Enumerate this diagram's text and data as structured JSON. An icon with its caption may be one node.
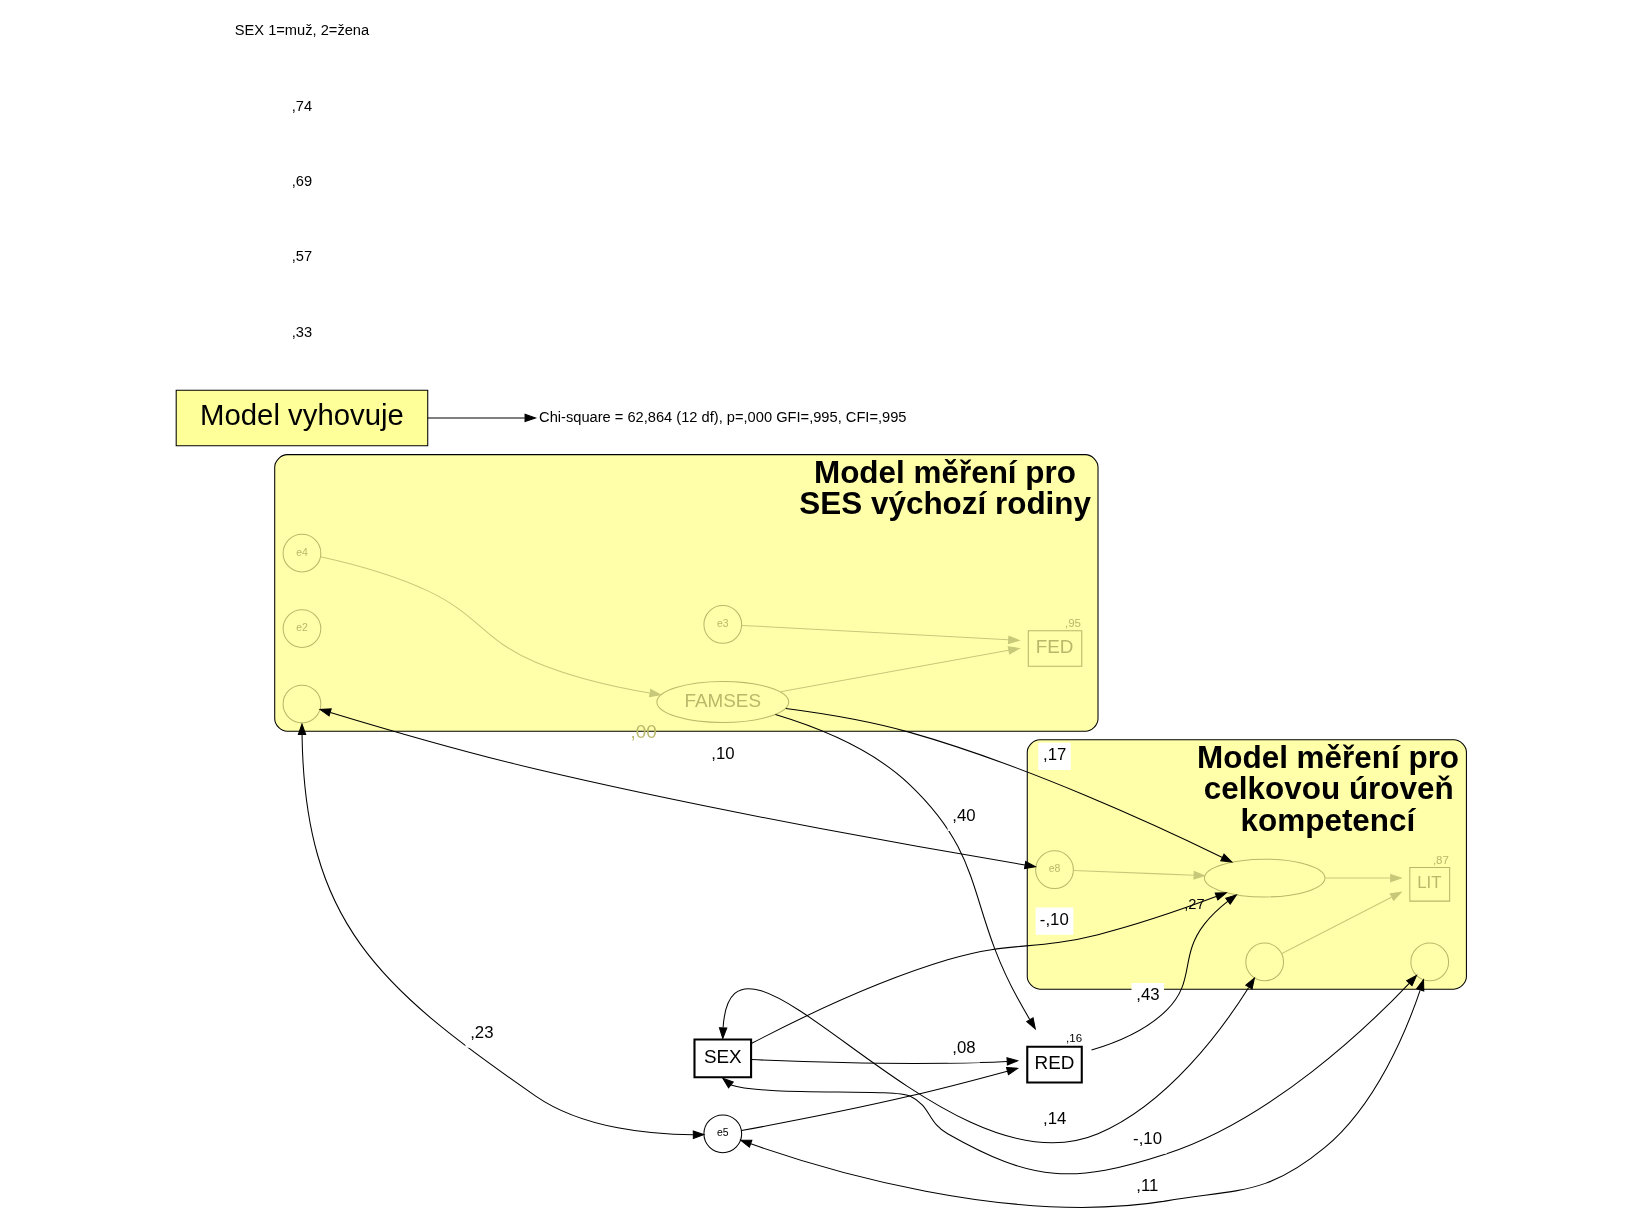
{
  "diagram": {
    "nodes": [
      {
        "text": [
          "Model měření pro SES výchozí rodiny"
        ]
      },
      {
        "text": [],
        "shape": "circle",
        "in": 0
      },
      {
        "text": [
          "e2"
        ],
        "in": 0
      },
      {
        "text": [
          "e3"
        ],
        "in": 0
      },
      {
        "text": [
          "e4"
        ],
        "in": 0
      },
      {
        "text": [
          "FAMSES"
        ],
        "in": 0,
        "beside": [
          ",00"
        ]
      },
      {
        "text": [
          "FED"
        ],
        "in": 0,
        "beside": [
          ",95"
        ]
      },
      {
        "text": [
          "e5"
        ]
      },
      {
        "text": [
          "RED"
        ],
        "beside": [
          ",16"
        ]
      },
      {
        "text": [
          "SEX"
        ]
      },
      {
        "text": [
          "Model měření pro celkovou úroveň kompetencí"
        ]
      },
      {
        "text": [],
        "shape": "ellipse",
        "in": 10,
        "beside": [
          ",27"
        ]
      },
      {
        "text": [
          "e8"
        ],
        "in": 10
      },
      {
        "text": [
          "LIT"
        ],
        "in": 10,
        "beside": [
          ",87"
        ]
      },
      {
        "text": [],
        "shape": "circle",
        "in": 10
      },
      {
        "text": [],
        "shape": "circle",
        "in": 10
      },
      {
        "text": [
          "Chi-square = 62,864 (12 df), p=,000 GFI=,995, CFI=,995"
        ]
      },
      {
        "text": [
          "Model vyhovuje"
        ]
      }
    ],
    "edges": [
      {
        "from": 1,
        "to": 12,
        "arrow": "both",
        "label": ",10"
      },
      {
        "from": 1,
        "to": 7,
        "arrow": "both",
        "label": ",23"
      },
      {
        "from": 7,
        "to": 15,
        "arrow": "both",
        "label": ",11"
      },
      {
        "from": 7,
        "to": 8,
        "arrow": "to"
      },
      {
        "from": 5,
        "to": 8,
        "arrow": "to",
        "label": ",40"
      },
      {
        "from": 9,
        "to": 8,
        "arrow": "to",
        "label": ",08"
      },
      {
        "from": 5,
        "to": 11,
        "arrow": "to",
        "label": ",17"
      },
      {
        "from": 9,
        "to": 11,
        "arrow": "to",
        "label": "-,10"
      },
      {
        "from": 8,
        "to": 11,
        "arrow": "to",
        "label": ",43"
      },
      {
        "from": 9,
        "to": 14,
        "arrow": "both",
        "label": ",14"
      },
      {
        "from": 9,
        "to": 15,
        "arrow": "both",
        "label": "-,10"
      },
      {
        "from": 17,
        "to": 16,
        "arrow": "to"
      },
      {
        "from": 4,
        "to": 5,
        "arrow": "to",
        "color": "#c8c87a"
      },
      {
        "from": 5,
        "to": 6,
        "arrow": "to",
        "color": "#c8c87a"
      },
      {
        "from": 3,
        "to": 6,
        "arrow": "to",
        "color": "#c8c87a"
      },
      {
        "from": 12,
        "to": 11,
        "arrow": "to",
        "color": "#c8c87a"
      },
      {
        "from": 11,
        "to": 13,
        "arrow": "to",
        "color": "#c8c87a"
      },
      {
        "from": 14,
        "to": 13,
        "arrow": "to",
        "color": "#c8c87a"
      }
    ],
    "labels": [
      ",33",
      ",57",
      ",69",
      ",74",
      "SEX 1=muž, 2=žena"
    ]
  }
}
